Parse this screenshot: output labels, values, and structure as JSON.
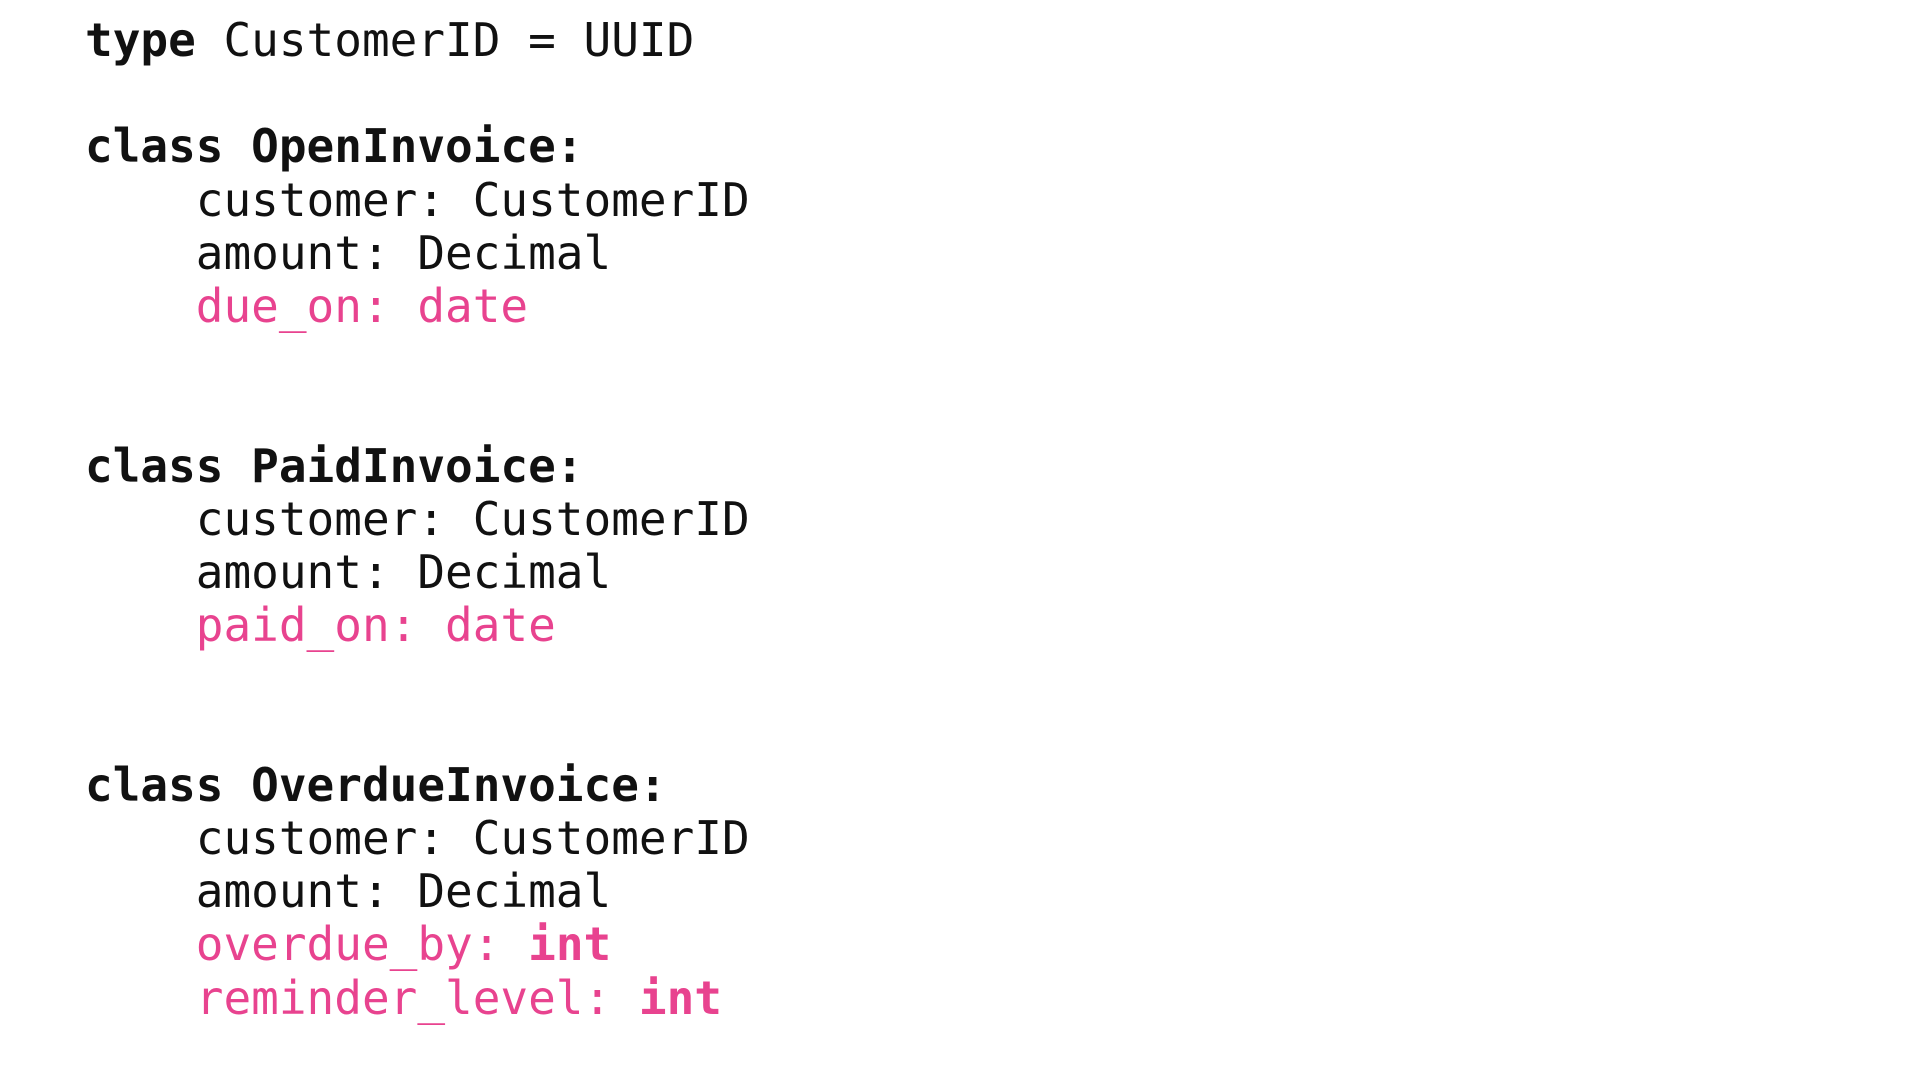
{
  "page": {
    "kind": "code-listing",
    "language": "python",
    "background_color": "#ffffff",
    "default_text_color": "#111111",
    "accent_color": "#e8438f",
    "indent_unit": "    "
  },
  "code": {
    "lines": [
      {
        "id": "line-type-customerid",
        "name": "type-alias-customerid",
        "tokens": [
          {
            "text": "type",
            "style": "bold"
          },
          {
            "text": " CustomerID = UUID",
            "style": "plain"
          }
        ]
      },
      {
        "id": "line-blank-1",
        "name": "blank-line",
        "tokens": []
      },
      {
        "id": "line-class-openinvoice",
        "name": "class-header-openinvoice",
        "tokens": [
          {
            "text": "class OpenInvoice:",
            "style": "bold"
          }
        ]
      },
      {
        "id": "line-open-customer",
        "name": "field-openinvoice-customer",
        "tokens": [
          {
            "text": "    customer: CustomerID",
            "style": "plain"
          }
        ]
      },
      {
        "id": "line-open-amount",
        "name": "field-openinvoice-amount",
        "tokens": [
          {
            "text": "    amount: Decimal",
            "style": "plain"
          }
        ]
      },
      {
        "id": "line-open-due-on",
        "name": "field-openinvoice-due-on",
        "tokens": [
          {
            "text": "    ",
            "style": "plain"
          },
          {
            "text": "due_on: date",
            "style": "pink"
          }
        ]
      },
      {
        "id": "line-blank-2",
        "name": "blank-line",
        "tokens": []
      },
      {
        "id": "line-blank-3",
        "name": "blank-line",
        "tokens": []
      },
      {
        "id": "line-class-paidinvoice",
        "name": "class-header-paidinvoice",
        "tokens": [
          {
            "text": "class PaidInvoice:",
            "style": "bold"
          }
        ]
      },
      {
        "id": "line-paid-customer",
        "name": "field-paidinvoice-customer",
        "tokens": [
          {
            "text": "    customer: CustomerID",
            "style": "plain"
          }
        ]
      },
      {
        "id": "line-paid-amount",
        "name": "field-paidinvoice-amount",
        "tokens": [
          {
            "text": "    amount: Decimal",
            "style": "plain"
          }
        ]
      },
      {
        "id": "line-paid-paid-on",
        "name": "field-paidinvoice-paid-on",
        "tokens": [
          {
            "text": "    ",
            "style": "plain"
          },
          {
            "text": "paid_on: date",
            "style": "pink"
          }
        ]
      },
      {
        "id": "line-blank-4",
        "name": "blank-line",
        "tokens": []
      },
      {
        "id": "line-blank-5",
        "name": "blank-line",
        "tokens": []
      },
      {
        "id": "line-class-overdueinvoice",
        "name": "class-header-overdueinvoice",
        "tokens": [
          {
            "text": "class OverdueInvoice:",
            "style": "bold"
          }
        ]
      },
      {
        "id": "line-overdue-customer",
        "name": "field-overdueinvoice-customer",
        "tokens": [
          {
            "text": "    customer: CustomerID",
            "style": "plain"
          }
        ]
      },
      {
        "id": "line-overdue-amount",
        "name": "field-overdueinvoice-amount",
        "tokens": [
          {
            "text": "    amount: Decimal",
            "style": "plain"
          }
        ]
      },
      {
        "id": "line-overdue-overdue-by",
        "name": "field-overdueinvoice-overdue-by",
        "tokens": [
          {
            "text": "    ",
            "style": "plain"
          },
          {
            "text": "overdue_by: ",
            "style": "pink"
          },
          {
            "text": "int",
            "style": "pink-bold"
          }
        ]
      },
      {
        "id": "line-overdue-reminder-level",
        "name": "field-overdueinvoice-reminder-level",
        "tokens": [
          {
            "text": "    ",
            "style": "plain"
          },
          {
            "text": "reminder_level: ",
            "style": "pink"
          },
          {
            "text": "int",
            "style": "pink-bold"
          }
        ]
      }
    ]
  }
}
